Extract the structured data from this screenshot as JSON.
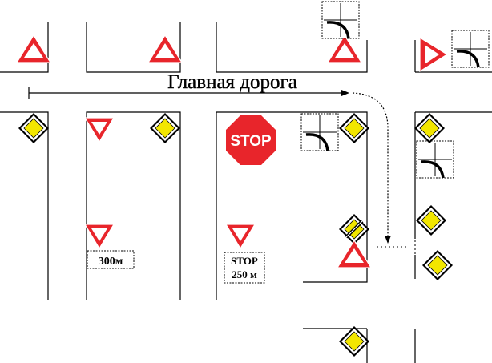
{
  "diagram": {
    "main_road_label": "Главная дорога",
    "stop_sign_text": "STOP",
    "plate_300": "300м",
    "plate_stop": "STOP",
    "plate_250": "250 м"
  },
  "colors": {
    "sign_red": "#e8252b",
    "sign_yellow": "#f2e600",
    "line": "#000000",
    "background": "#ffffff"
  },
  "icons": [
    "warning-triangle-icon",
    "yield-triangle-icon",
    "priority-road-diamond-icon",
    "stop-octagon-icon",
    "lane-layout-plate-icon",
    "direction-arrow-icon"
  ]
}
